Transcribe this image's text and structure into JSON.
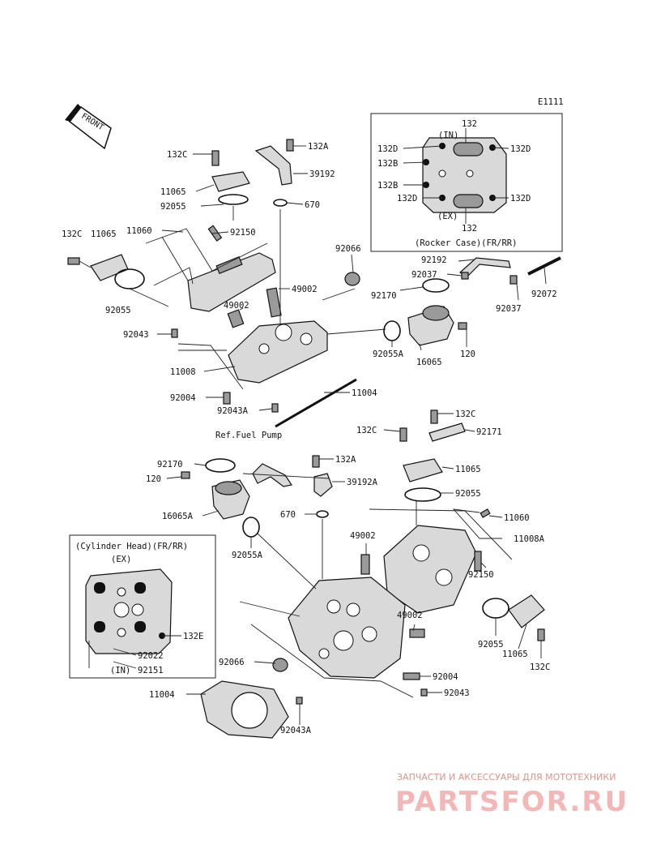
{
  "diagram_code": "E1111",
  "front_label": "FRONT",
  "watermark": {
    "tagline": "ЗАПЧАСТИ И АКСЕССУАРЫ ДЛЯ МОТОТЕХНИКИ",
    "brand": "PARTSFOR.RU"
  },
  "rocker_inset": {
    "title": "(Rocker Case)(FR/RR)",
    "in_label": "(IN)",
    "ex_label": "(EX)",
    "labels": [
      "132",
      "132D",
      "132B",
      "132B",
      "132D",
      "132D",
      "132D",
      "132"
    ]
  },
  "head_inset": {
    "title": "(Cylinder Head)(FR/RR)",
    "ex_label": "(EX)",
    "in_label": "(IN)",
    "labels": [
      "132E",
      "92022",
      "92151"
    ]
  },
  "ref_label": "Ref.Fuel Pump",
  "callouts": [
    "132C",
    "132A",
    "39192",
    "11065",
    "92055",
    "670",
    "11060",
    "92150",
    "132C",
    "11065",
    "92066",
    "92192",
    "92037",
    "92072",
    "92170",
    "49002",
    "92037",
    "92055",
    "49002",
    "92043",
    "92055A",
    "16065",
    "120",
    "11008",
    "92004",
    "11004",
    "92043A",
    "132C",
    "132C",
    "92171",
    "132A",
    "92170",
    "39192A",
    "11065",
    "120",
    "16065A",
    "92055",
    "670",
    "11060",
    "92055A",
    "49002",
    "11008A",
    "92150",
    "49002",
    "92055",
    "11065",
    "132C",
    "92066",
    "92004",
    "11004",
    "92043",
    "92043A"
  ]
}
